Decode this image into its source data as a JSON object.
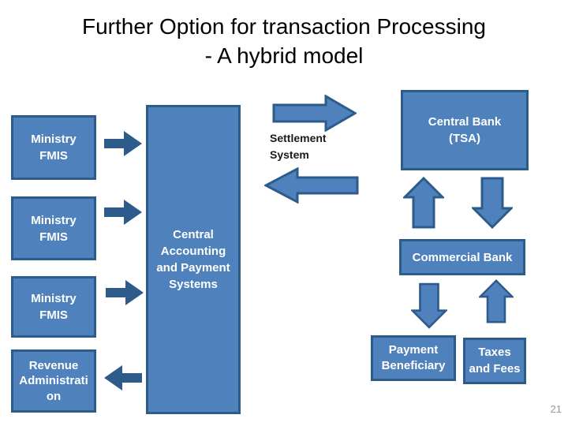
{
  "slide": {
    "title": "Further Option for transaction Processing\n- A hybrid model",
    "page_number": "21"
  },
  "colors": {
    "box_fill": "#4f81bd",
    "box_border": "#2e5c8a",
    "arrow_fill": "#4f81bd",
    "arrow_dark": "#2e5c8a",
    "title_color": "#000000",
    "box_text_color": "#ffffff",
    "page_number_color": "#9a9a9a"
  },
  "diagram": {
    "left_column": {
      "boxes": [
        {
          "label": "Ministry\nFMIS"
        },
        {
          "label": "Ministry\nFMIS"
        },
        {
          "label": "Ministry\nFMIS"
        },
        {
          "label": "Revenue\nAdministrati\non"
        }
      ]
    },
    "central_box": {
      "label": "Central\nAccounting\nand Payment\nSystems"
    },
    "settlement": {
      "label": "Settlement\nSystem"
    },
    "central_bank": {
      "label": "Central Bank\n(TSA)"
    },
    "commercial_bank": {
      "label": "Commercial Bank"
    },
    "payment_beneficiary": {
      "label": "Payment\nBeneficiary"
    },
    "taxes_fees": {
      "label": "Taxes\nand Fees"
    },
    "icons": [
      "arrow-right-icon",
      "arrow-left-icon",
      "block-arrow-right-icon",
      "block-arrow-left-icon",
      "block-arrow-up-icon",
      "block-arrow-down-icon"
    ]
  }
}
